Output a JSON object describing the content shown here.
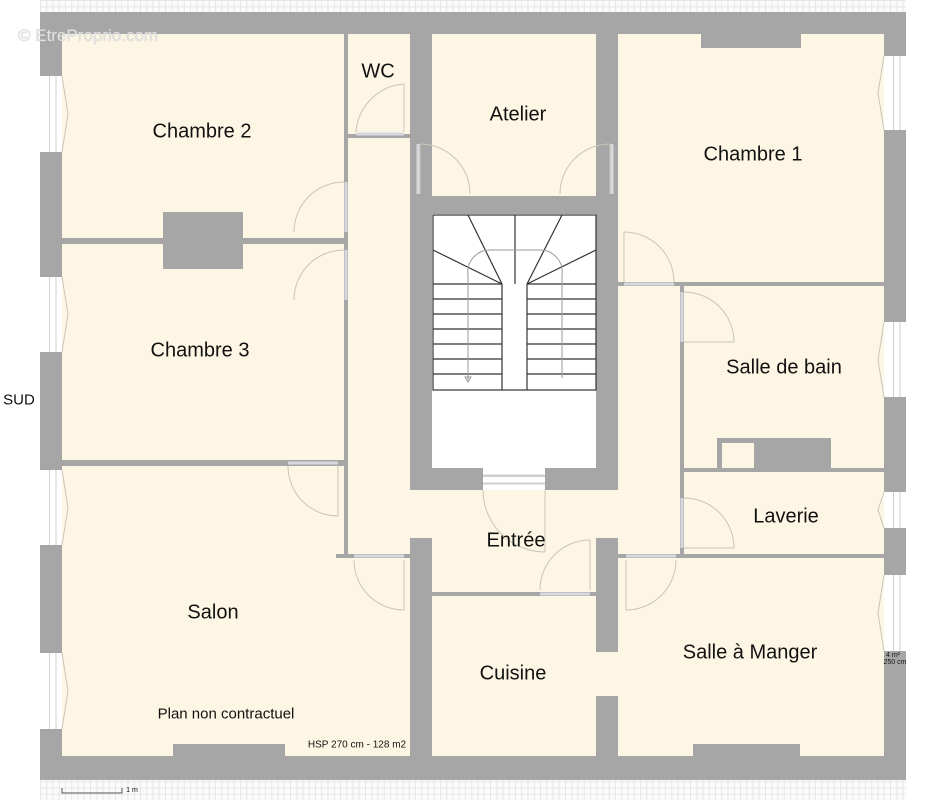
{
  "plan": {
    "watermark": "© EtreProprio.com",
    "orientation_label": "SUD",
    "disclaimer": "Plan non contractuel",
    "summary": "HSP 270 cm - 128 m2",
    "scale_label": "1 m",
    "side_note_area": "4 m²",
    "side_note_height": "250 cm"
  },
  "rooms": [
    {
      "id": "chambre-2",
      "label": "Chambre 2"
    },
    {
      "id": "wc",
      "label": "WC"
    },
    {
      "id": "atelier",
      "label": "Atelier"
    },
    {
      "id": "chambre-1",
      "label": "Chambre 1"
    },
    {
      "id": "chambre-3",
      "label": "Chambre 3"
    },
    {
      "id": "salle-de-bain",
      "label": "Salle de bain"
    },
    {
      "id": "laverie",
      "label": "Laverie"
    },
    {
      "id": "entree",
      "label": "Entrée"
    },
    {
      "id": "salon",
      "label": "Salon"
    },
    {
      "id": "cuisine",
      "label": "Cuisine"
    },
    {
      "id": "salle-a-manger",
      "label": "Salle à Manger"
    }
  ],
  "colors": {
    "wall": "#a6a6a6",
    "floor": "#fdf6e4",
    "stair": "#ffffff",
    "grid": "#e6e6e6"
  }
}
